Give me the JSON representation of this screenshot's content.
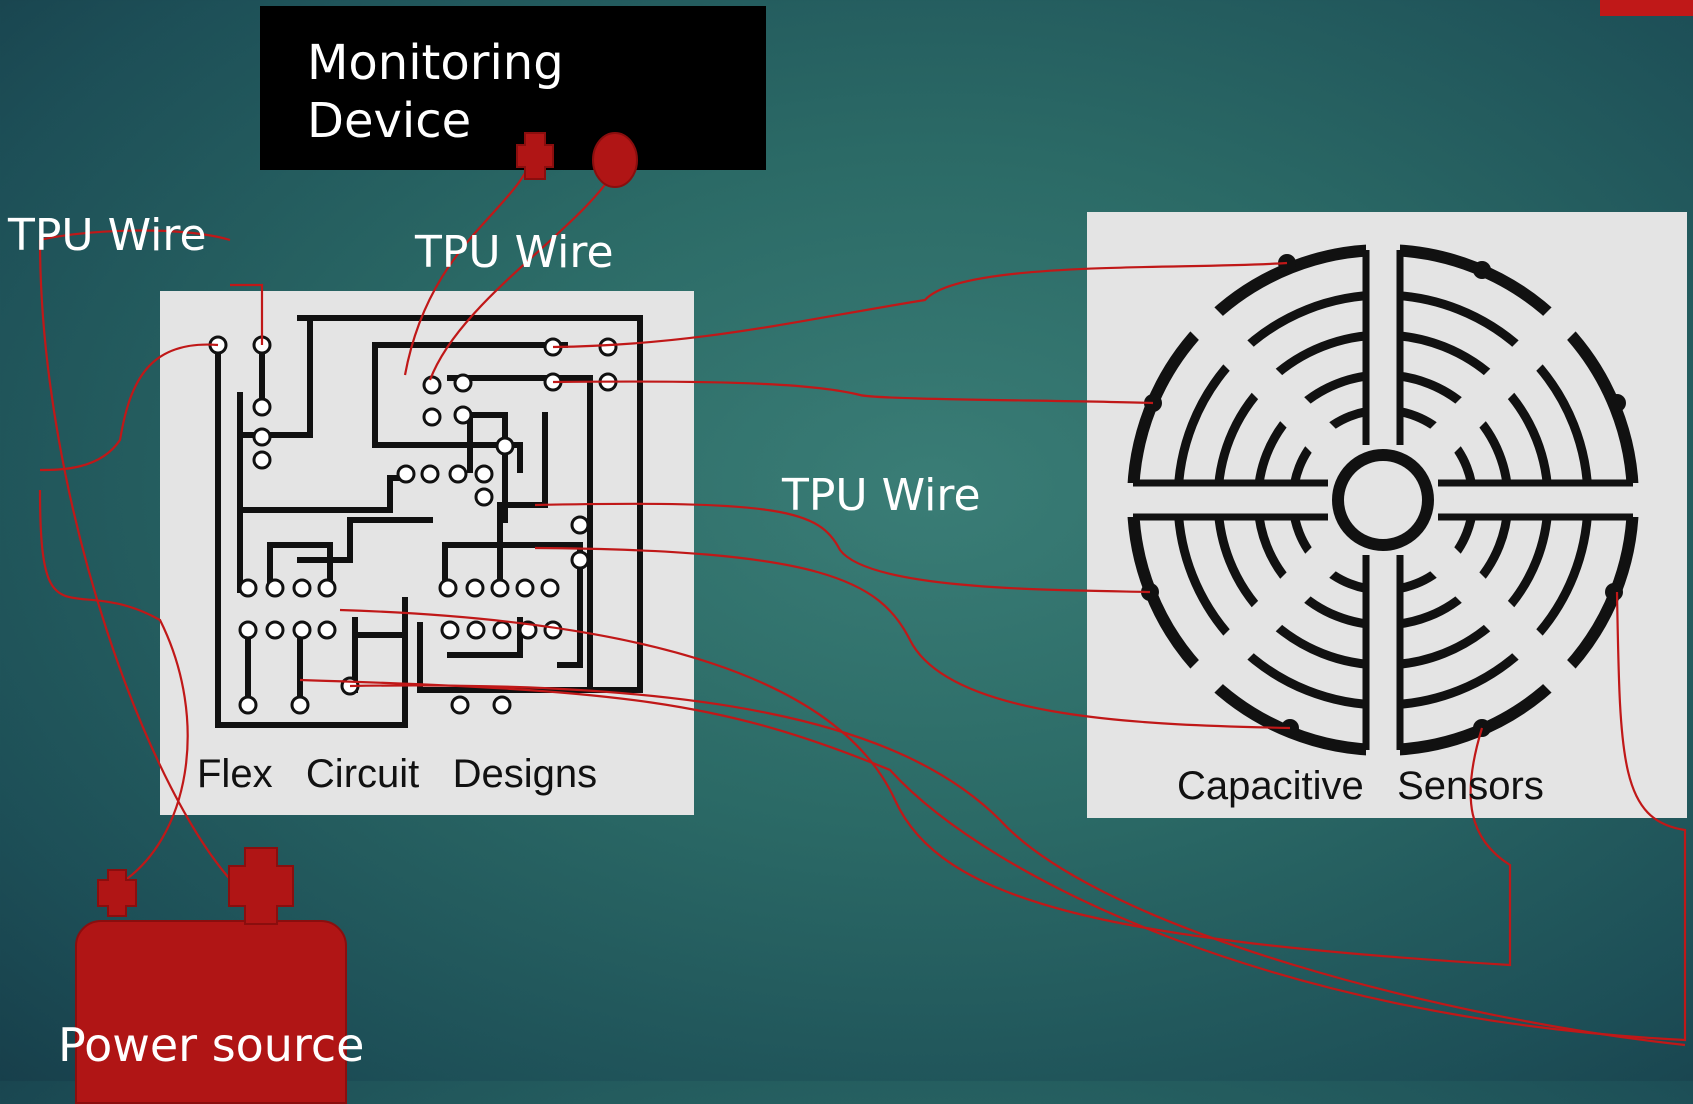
{
  "monitoring_device": {
    "label_line1": "Monitoring",
    "label_line2": "Device"
  },
  "wire_labels": {
    "left": "TPU Wire",
    "center": "TPU Wire",
    "middle": "TPU Wire"
  },
  "flex_circuit": {
    "caption_word1": "Flex",
    "caption_word2": "Circuit",
    "caption_word3": "Designs"
  },
  "capacitive_sensor": {
    "caption_word1": "Capacitive",
    "caption_word2": "Sensors"
  },
  "power_source": {
    "label": "Power source"
  },
  "colors": {
    "background": "#2b6a66",
    "wire": "#c01818",
    "terminal": "#b01515",
    "panel": "#e4e4e4",
    "trace": "#111111"
  }
}
